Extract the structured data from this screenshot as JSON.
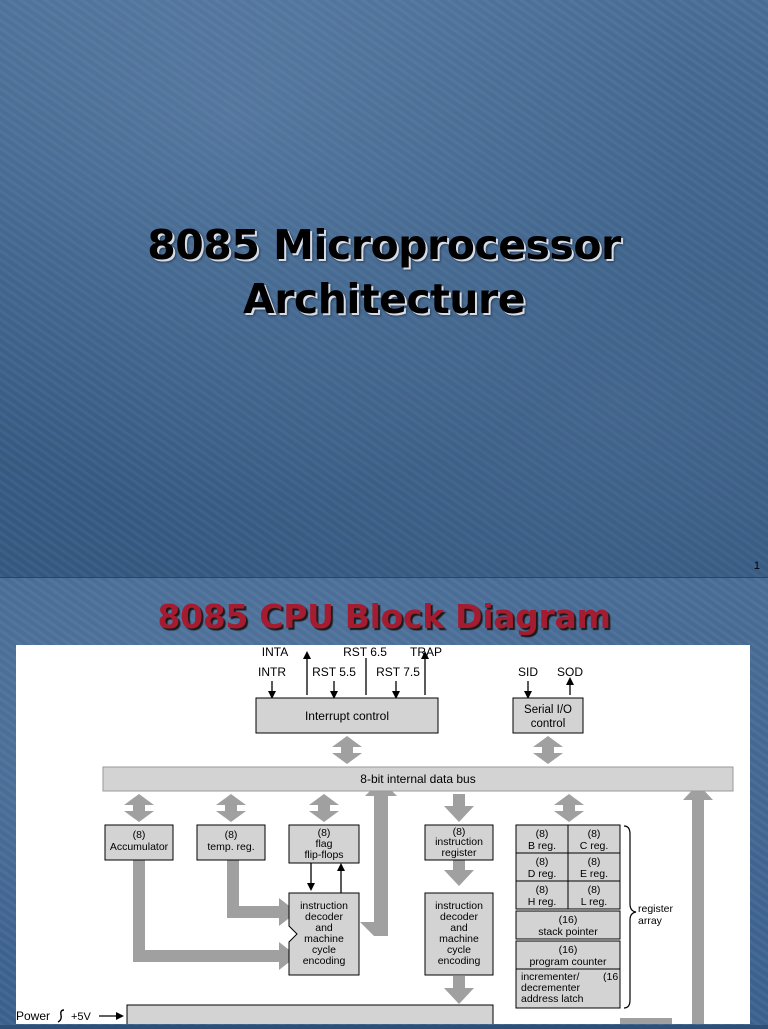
{
  "slide1": {
    "title_line1": "8085 Microprocessor",
    "title_line2": "Architecture",
    "page_number": "1"
  },
  "slide2": {
    "title": "8085 CPU Block Diagram"
  },
  "diagram": {
    "interrupt_signals": {
      "intr": "INTR",
      "inta": "INTA",
      "rst55": "RST 5.5",
      "rst65": "RST 6.5",
      "rst75": "RST 7.5",
      "trap": "TRAP"
    },
    "serial_signals": {
      "sid": "SID",
      "sod": "SOD"
    },
    "interrupt_control": "Interrupt control",
    "serial_io": {
      "line1": "Serial I/O",
      "line2": "control"
    },
    "data_bus": "8-bit internal data bus",
    "accumulator": {
      "bits": "(8)",
      "name": "Accumulator"
    },
    "temp_reg": {
      "bits": "(8)",
      "name": "temp. reg."
    },
    "flag": {
      "bits": "(8)",
      "line1": "flag",
      "line2": "flip-flops"
    },
    "instruction_register": {
      "bits": "(8)",
      "line1": "instruction",
      "line2": "register"
    },
    "decoder_left": {
      "line1": "instruction",
      "line2": "decoder",
      "line3": "and",
      "line4": "machine",
      "line5": "cycle",
      "line6": "encoding"
    },
    "decoder_right": {
      "line1": "instruction",
      "line2": "decoder",
      "line3": "and",
      "line4": "machine",
      "line5": "cycle",
      "line6": "encoding"
    },
    "registers": {
      "b": {
        "bits": "(8)",
        "name": "B reg."
      },
      "c": {
        "bits": "(8)",
        "name": "C reg."
      },
      "d": {
        "bits": "(8)",
        "name": "D reg."
      },
      "e": {
        "bits": "(8)",
        "name": "E reg."
      },
      "h": {
        "bits": "(8)",
        "name": "H reg."
      },
      "l": {
        "bits": "(8)",
        "name": "L reg."
      },
      "sp": {
        "bits": "(16)",
        "name": "stack pointer"
      },
      "pc": {
        "bits": "(16)",
        "name": "program counter"
      },
      "inc": {
        "line1": "incrementer/",
        "bits": "(16",
        "line2": "decrementer",
        "line3": "address latch"
      }
    },
    "register_array_label": {
      "line1": "register",
      "line2": "array"
    },
    "power": {
      "label": "Power",
      "voltage": "+5V"
    }
  }
}
